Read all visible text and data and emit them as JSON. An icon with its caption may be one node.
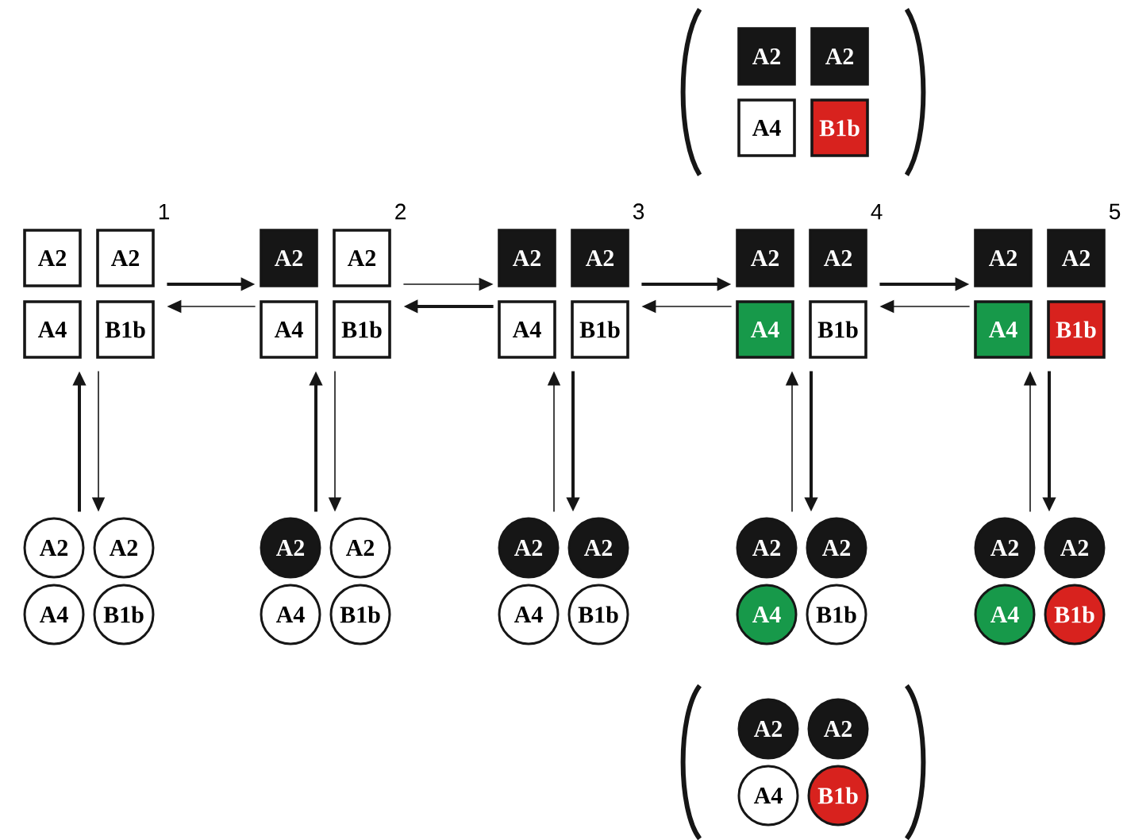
{
  "diagram": {
    "nodes": [
      {
        "text": [],
        "shape": "brackets"
      },
      {
        "text": [
          "A2"
        ],
        "in": 0
      },
      {
        "text": [
          "A2"
        ],
        "in": 0
      },
      {
        "text": [
          "A4"
        ],
        "in": 0
      },
      {
        "text": [
          "B1b"
        ],
        "in": 0
      },
      {
        "text": [],
        "shape": "group",
        "beside": [
          "1"
        ]
      },
      {
        "text": [
          "A2"
        ],
        "in": 5
      },
      {
        "text": [
          "A2"
        ],
        "in": 5
      },
      {
        "text": [
          "A4"
        ],
        "in": 5
      },
      {
        "text": [
          "B1b"
        ],
        "in": 5
      },
      {
        "text": [],
        "shape": "group",
        "beside": [
          "2"
        ]
      },
      {
        "text": [
          "A2"
        ],
        "in": 10
      },
      {
        "text": [
          "A2"
        ],
        "in": 10
      },
      {
        "text": [
          "A4"
        ],
        "in": 10
      },
      {
        "text": [
          "B1b"
        ],
        "in": 10
      },
      {
        "text": [],
        "shape": "group",
        "beside": [
          "3"
        ]
      },
      {
        "text": [
          "A2"
        ],
        "in": 15
      },
      {
        "text": [
          "A2"
        ],
        "in": 15
      },
      {
        "text": [
          "A4"
        ],
        "in": 15
      },
      {
        "text": [
          "B1b"
        ],
        "in": 15
      },
      {
        "text": [],
        "shape": "group",
        "beside": [
          "4"
        ]
      },
      {
        "text": [
          "A2"
        ],
        "in": 20
      },
      {
        "text": [
          "A2"
        ],
        "in": 20
      },
      {
        "text": [
          "A4"
        ],
        "in": 20
      },
      {
        "text": [
          "B1b"
        ],
        "in": 20
      },
      {
        "text": [],
        "shape": "group",
        "beside": [
          "5"
        ]
      },
      {
        "text": [
          "A2"
        ],
        "in": 25
      },
      {
        "text": [
          "A2"
        ],
        "in": 25
      },
      {
        "text": [
          "A4"
        ],
        "in": 25
      },
      {
        "text": [
          "B1b"
        ],
        "in": 25
      },
      {
        "text": [],
        "shape": "group"
      },
      {
        "text": [
          "A2"
        ],
        "in": 30
      },
      {
        "text": [
          "A2"
        ],
        "in": 30
      },
      {
        "text": [
          "A4"
        ],
        "in": 30
      },
      {
        "text": [
          "B1b"
        ],
        "in": 30
      },
      {
        "text": [],
        "shape": "group"
      },
      {
        "text": [
          "A2"
        ],
        "in": 35
      },
      {
        "text": [
          "A2"
        ],
        "in": 35
      },
      {
        "text": [
          "A4"
        ],
        "in": 35
      },
      {
        "text": [
          "B1b"
        ],
        "in": 35
      },
      {
        "text": [],
        "shape": "group"
      },
      {
        "text": [
          "A2"
        ],
        "in": 40
      },
      {
        "text": [
          "A2"
        ],
        "in": 40
      },
      {
        "text": [
          "A4"
        ],
        "in": 40
      },
      {
        "text": [
          "B1b"
        ],
        "in": 40
      },
      {
        "text": [],
        "shape": "group"
      },
      {
        "text": [
          "A2"
        ],
        "in": 45
      },
      {
        "text": [
          "A2"
        ],
        "in": 45
      },
      {
        "text": [
          "A4"
        ],
        "in": 45
      },
      {
        "text": [
          "B1b"
        ],
        "in": 45
      },
      {
        "text": [],
        "shape": "group"
      },
      {
        "text": [
          "A2"
        ],
        "in": 50
      },
      {
        "text": [
          "A2"
        ],
        "in": 50
      },
      {
        "text": [
          "A4"
        ],
        "in": 50
      },
      {
        "text": [
          "B1b"
        ],
        "in": 50
      },
      {
        "text": [],
        "shape": "brackets"
      },
      {
        "text": [
          "A2"
        ],
        "in": 55
      },
      {
        "text": [
          "A2"
        ],
        "in": 55
      },
      {
        "text": [
          "A4"
        ],
        "in": 55
      },
      {
        "text": [
          "B1b"
        ],
        "in": 55
      }
    ],
    "edges": [
      {
        "from": 5,
        "to": 10,
        "arrow": "to"
      },
      {
        "from": 10,
        "to": 5,
        "arrow": "to"
      },
      {
        "from": 10,
        "to": 15,
        "arrow": "to"
      },
      {
        "from": 15,
        "to": 10,
        "arrow": "to"
      },
      {
        "from": 15,
        "to": 20,
        "arrow": "to"
      },
      {
        "from": 20,
        "to": 15,
        "arrow": "to"
      },
      {
        "from": 20,
        "to": 25,
        "arrow": "to"
      },
      {
        "from": 25,
        "to": 20,
        "arrow": "to"
      },
      {
        "from": 30,
        "to": 5,
        "arrow": "to"
      },
      {
        "from": 5,
        "to": 30,
        "arrow": "to"
      },
      {
        "from": 35,
        "to": 10,
        "arrow": "to"
      },
      {
        "from": 10,
        "to": 35,
        "arrow": "to"
      },
      {
        "from": 40,
        "to": 15,
        "arrow": "to"
      },
      {
        "from": 15,
        "to": 40,
        "arrow": "to"
      },
      {
        "from": 45,
        "to": 20,
        "arrow": "to"
      },
      {
        "from": 20,
        "to": 45,
        "arrow": "to"
      },
      {
        "from": 50,
        "to": 25,
        "arrow": "to"
      },
      {
        "from": 25,
        "to": 50,
        "arrow": "to"
      }
    ]
  }
}
